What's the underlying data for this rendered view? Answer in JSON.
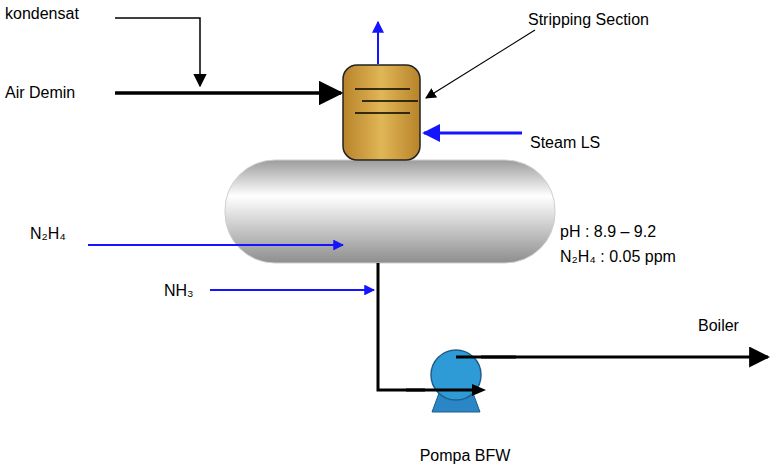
{
  "diagram": {
    "nodes": [
      {
        "text": [
          "Pompa BFW"
        ]
      }
    ],
    "labels": [
      "kondensat",
      "Air Demin",
      "Stripping Section",
      "Steam LS",
      "N₂H₄",
      "pH : 8.9 – 9.2",
      "N₂H₄ : 0.05 ppm",
      "NH₃",
      "Boiler"
    ]
  }
}
